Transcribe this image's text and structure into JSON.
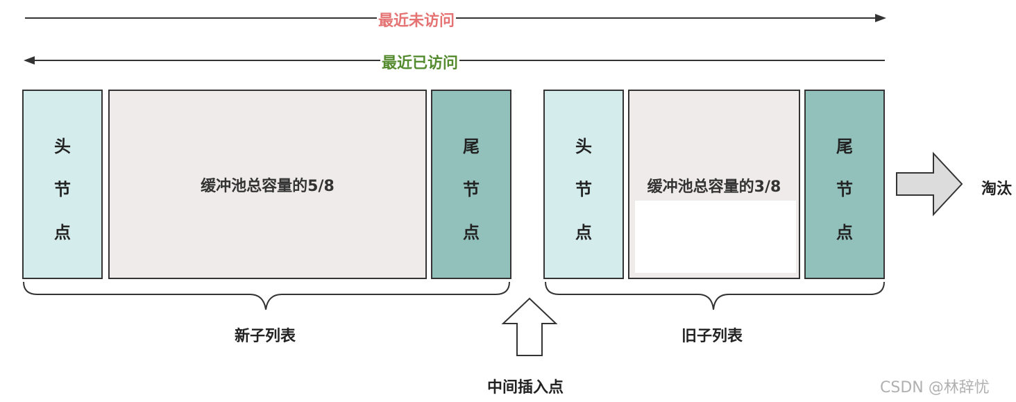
{
  "colors": {
    "unvisited": "#e57373",
    "visited": "#558b2f",
    "head_fill": "#d5ecec",
    "body_fill": "#efebea",
    "tail_fill": "#92c1bc",
    "stroke": "#333333"
  },
  "arrows": {
    "unvisited_label": "最近未访问",
    "visited_label": "最近已访问"
  },
  "new_sublist": {
    "head": [
      "头",
      "节",
      "点"
    ],
    "body": "缓冲池总容量的5/8",
    "tail": [
      "尾",
      "节",
      "点"
    ],
    "label": "新子列表"
  },
  "old_sublist": {
    "head": [
      "头",
      "节",
      "点"
    ],
    "body": "缓冲池总容量的3/8",
    "tail": [
      "尾",
      "节",
      "点"
    ],
    "label": "旧子列表"
  },
  "midpoint_label": "中间插入点",
  "evict_label": "淘汰",
  "watermark": "CSDN @林辞忧"
}
